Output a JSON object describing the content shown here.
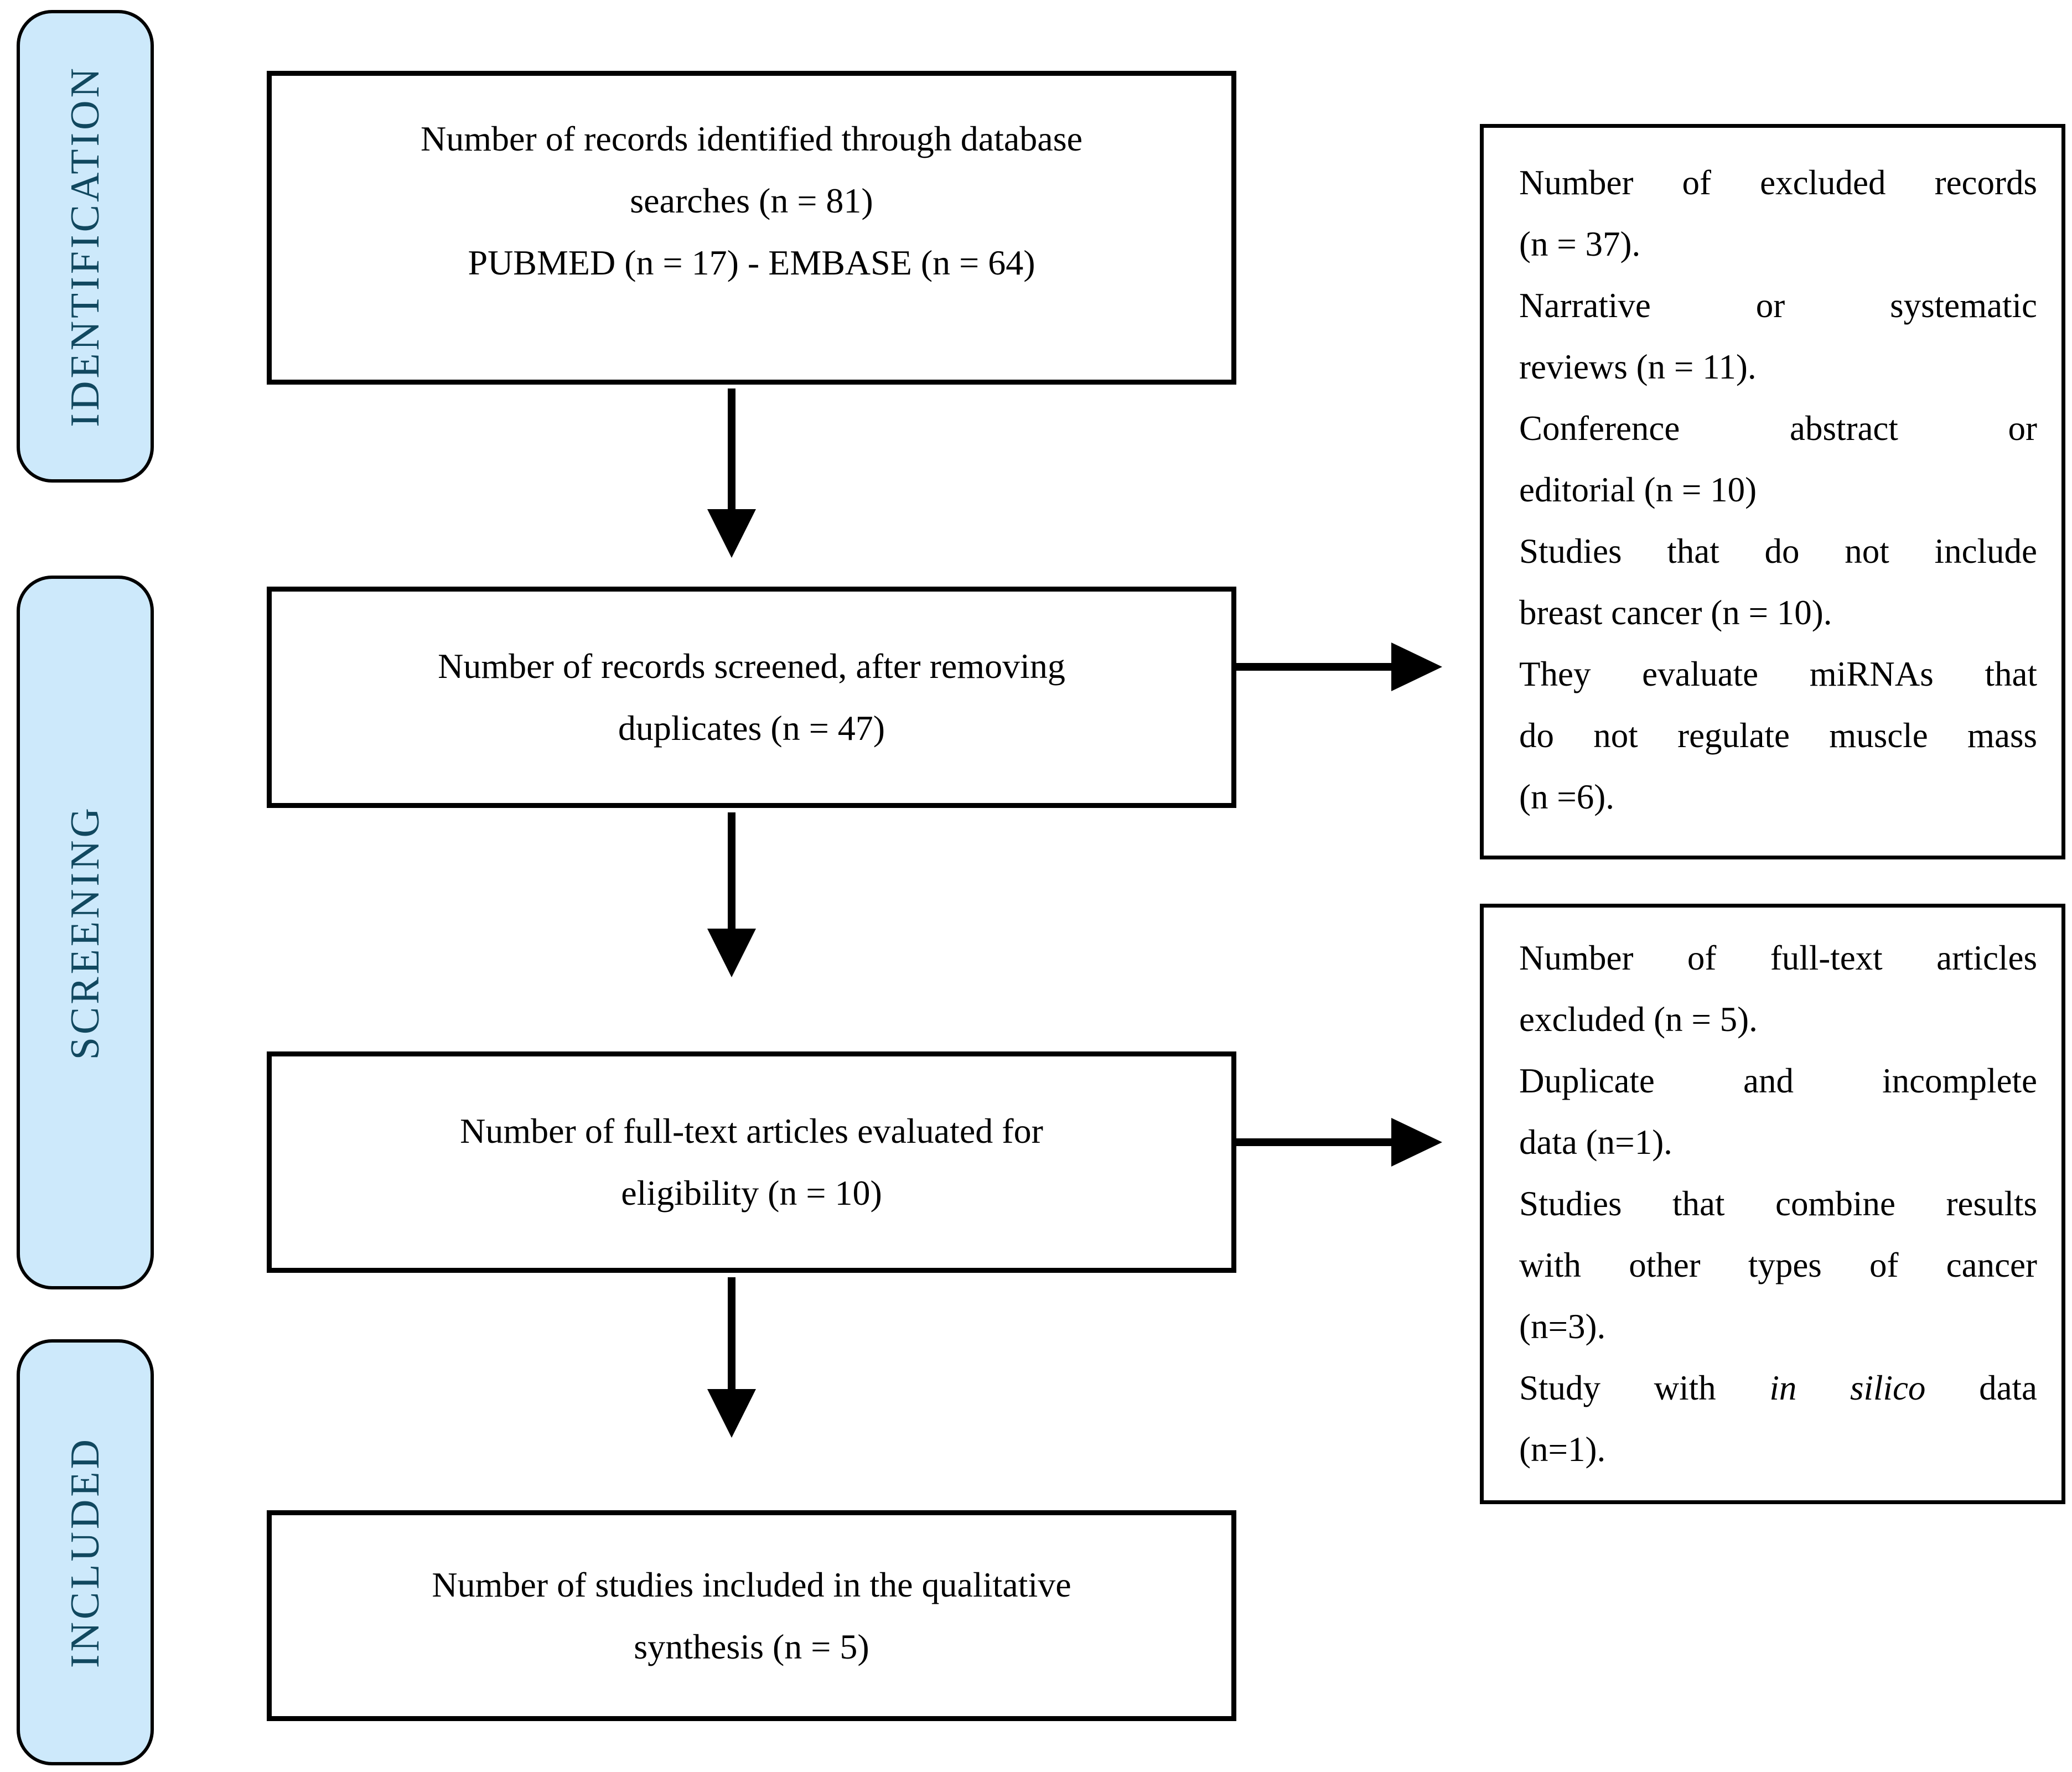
{
  "stages": [
    {
      "label": "IDENTIFICATION"
    },
    {
      "label": "SCREENING"
    },
    {
      "label": "INCLUDED"
    }
  ],
  "flow": {
    "identified": {
      "lines": [
        "Number of records identified through database",
        "searches (n = 81)",
        "PUBMED (n = 17) - EMBASE (n = 64)"
      ]
    },
    "screened": {
      "lines": [
        "Number of records screened, after removing",
        "duplicates (n = 47)"
      ]
    },
    "eligibility": {
      "lines": [
        "Number of full-text articles evaluated for",
        "eligibility (n = 10)"
      ]
    },
    "included": {
      "lines": [
        "Number of studies included in the qualitative",
        "synthesis (n = 5)"
      ]
    }
  },
  "exclusions_records": {
    "lines": [
      "Number of excluded records",
      "(n = 37).",
      "Narrative or systematic",
      "reviews (n = 11).",
      "Conference abstract or",
      "editorial (n = 10)",
      "Studies that do not include",
      "breast cancer (n = 10).",
      "They evaluate miRNAs that",
      "do not regulate muscle mass",
      "(n =6)."
    ]
  },
  "exclusions_fulltext": {
    "lines": [
      "Number of full-text articles",
      "excluded (n = 5).",
      "Duplicate and incomplete",
      "data (n=1).",
      "Studies that combine results",
      "with other types of cancer",
      "(n=3)."
    ],
    "italic_line": {
      "pre": "Study with ",
      "italic": "in silico",
      "post": " data"
    },
    "last_line": "(n=1)."
  },
  "colors": {
    "stage_fill": "#cde9fb",
    "stage_text": "#11485f",
    "line_color": "#000000",
    "box_bg": "#ffffff"
  }
}
